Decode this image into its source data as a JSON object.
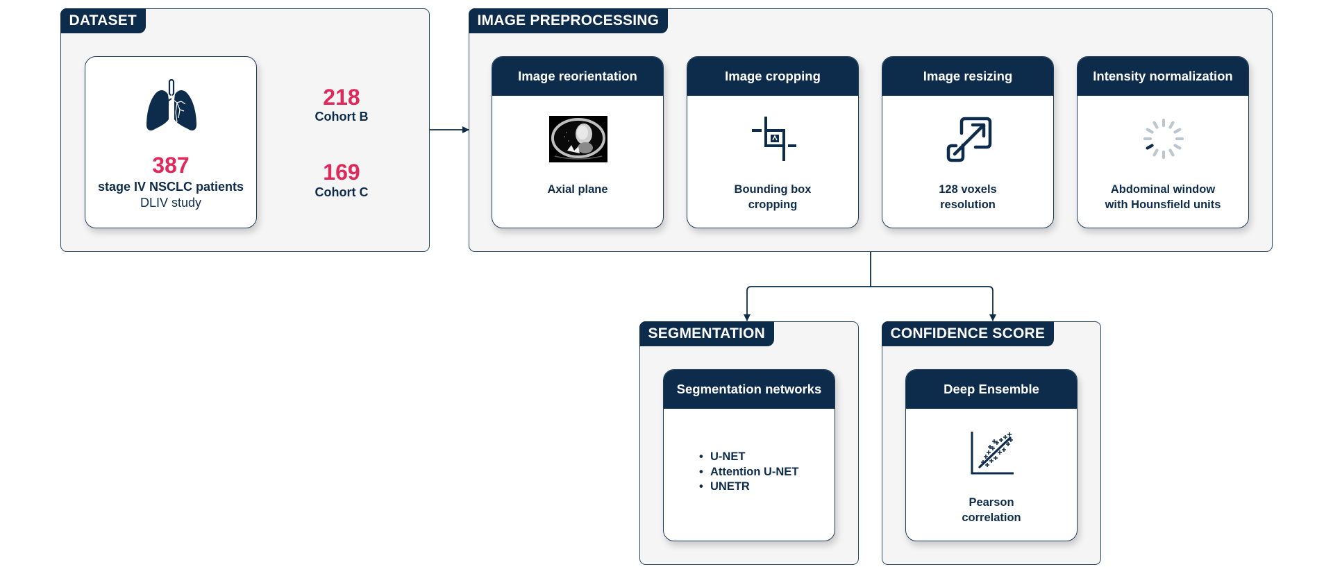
{
  "colors": {
    "navy": "#0d2b4a",
    "accent_pink": "#e0285a",
    "panel_bg": "#f5f5f6",
    "spinner_gray": "#bcc6cf"
  },
  "dataset": {
    "title": "DATASET",
    "card": {
      "icon": "lungs-icon",
      "total": "387",
      "line1": "stage IV NSCLC patients",
      "line2": "DLIV study"
    },
    "cohorts": [
      {
        "count": "218",
        "label": "Cohort B"
      },
      {
        "count": "169",
        "label": "Cohort C"
      }
    ]
  },
  "preprocessing": {
    "title": "IMAGE PREPROCESSING",
    "steps": [
      {
        "title": "Image reorientation",
        "icon": "ct-axial-image",
        "caption_lines": [
          "Axial plane"
        ]
      },
      {
        "title": "Image cropping",
        "icon": "crop-icon",
        "caption_lines": [
          "Bounding box",
          "cropping"
        ]
      },
      {
        "title": "Image resizing",
        "icon": "resize-icon",
        "caption_lines": [
          "128 voxels",
          "resolution"
        ]
      },
      {
        "title": "Intensity normalization",
        "icon": "spinner-icon",
        "caption_lines": [
          "Abdominal window",
          "with Hounsfield units"
        ]
      }
    ]
  },
  "segmentation": {
    "title": "SEGMENTATION",
    "card_title": "Segmentation networks",
    "networks": [
      "U-NET",
      "Attention U-NET",
      "UNETR"
    ]
  },
  "confidence": {
    "title": "CONFIDENCE SCORE",
    "card_title": "Deep Ensemble",
    "icon": "scatter-correlation-icon",
    "caption_lines": [
      "Pearson",
      "correlation"
    ]
  }
}
